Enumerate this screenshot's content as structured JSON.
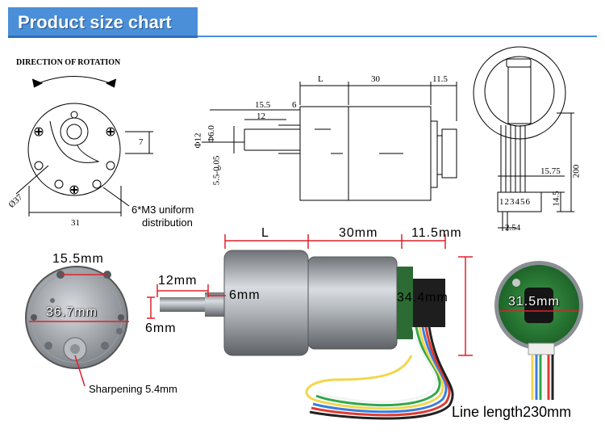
{
  "header": {
    "title": "Product size chart"
  },
  "front_view": {
    "direction_label": "DIRECTION OF ROTATION",
    "diameter_label": "Ø37",
    "width_label": "31",
    "height_label": "7",
    "holes_note_line1": "6*M3 uniform",
    "holes_note_line2": "distribution"
  },
  "side_view": {
    "l_label": "L",
    "body_label": "30",
    "encoder_label": "11.5",
    "shaft_len_label": "15.5",
    "flat_len_label": "12",
    "step_label": "6",
    "dia12_label": "Φ12",
    "dia6_label": "Φ6.0",
    "tolerance_label": "0",
    "shaft_dia_label": "5.5-0.05"
  },
  "encoder_view": {
    "pitch_label": "15.75",
    "cable_label": "200",
    "connector_h_label": "14.5",
    "pins_label": "123456",
    "pin_pitch_label": "2.54"
  },
  "photo_front": {
    "hole_spacing": "15.5mm",
    "diameter": "36.7mm",
    "sharpening": "Sharpening 5.4mm"
  },
  "photo_side": {
    "l_label": "L",
    "body_label": "30mm",
    "encoder_label": "11.5mm",
    "shaft_label": "12mm",
    "step_label": "6mm",
    "shaft_dia_label": "6mm",
    "height_label": "34.4mm"
  },
  "photo_encoder": {
    "diameter": "31.5mm",
    "line_length": "Line length230mm"
  },
  "colors": {
    "accent": "#4a8fd8",
    "dim_red": "#e0202a",
    "drawing": "#000000"
  }
}
